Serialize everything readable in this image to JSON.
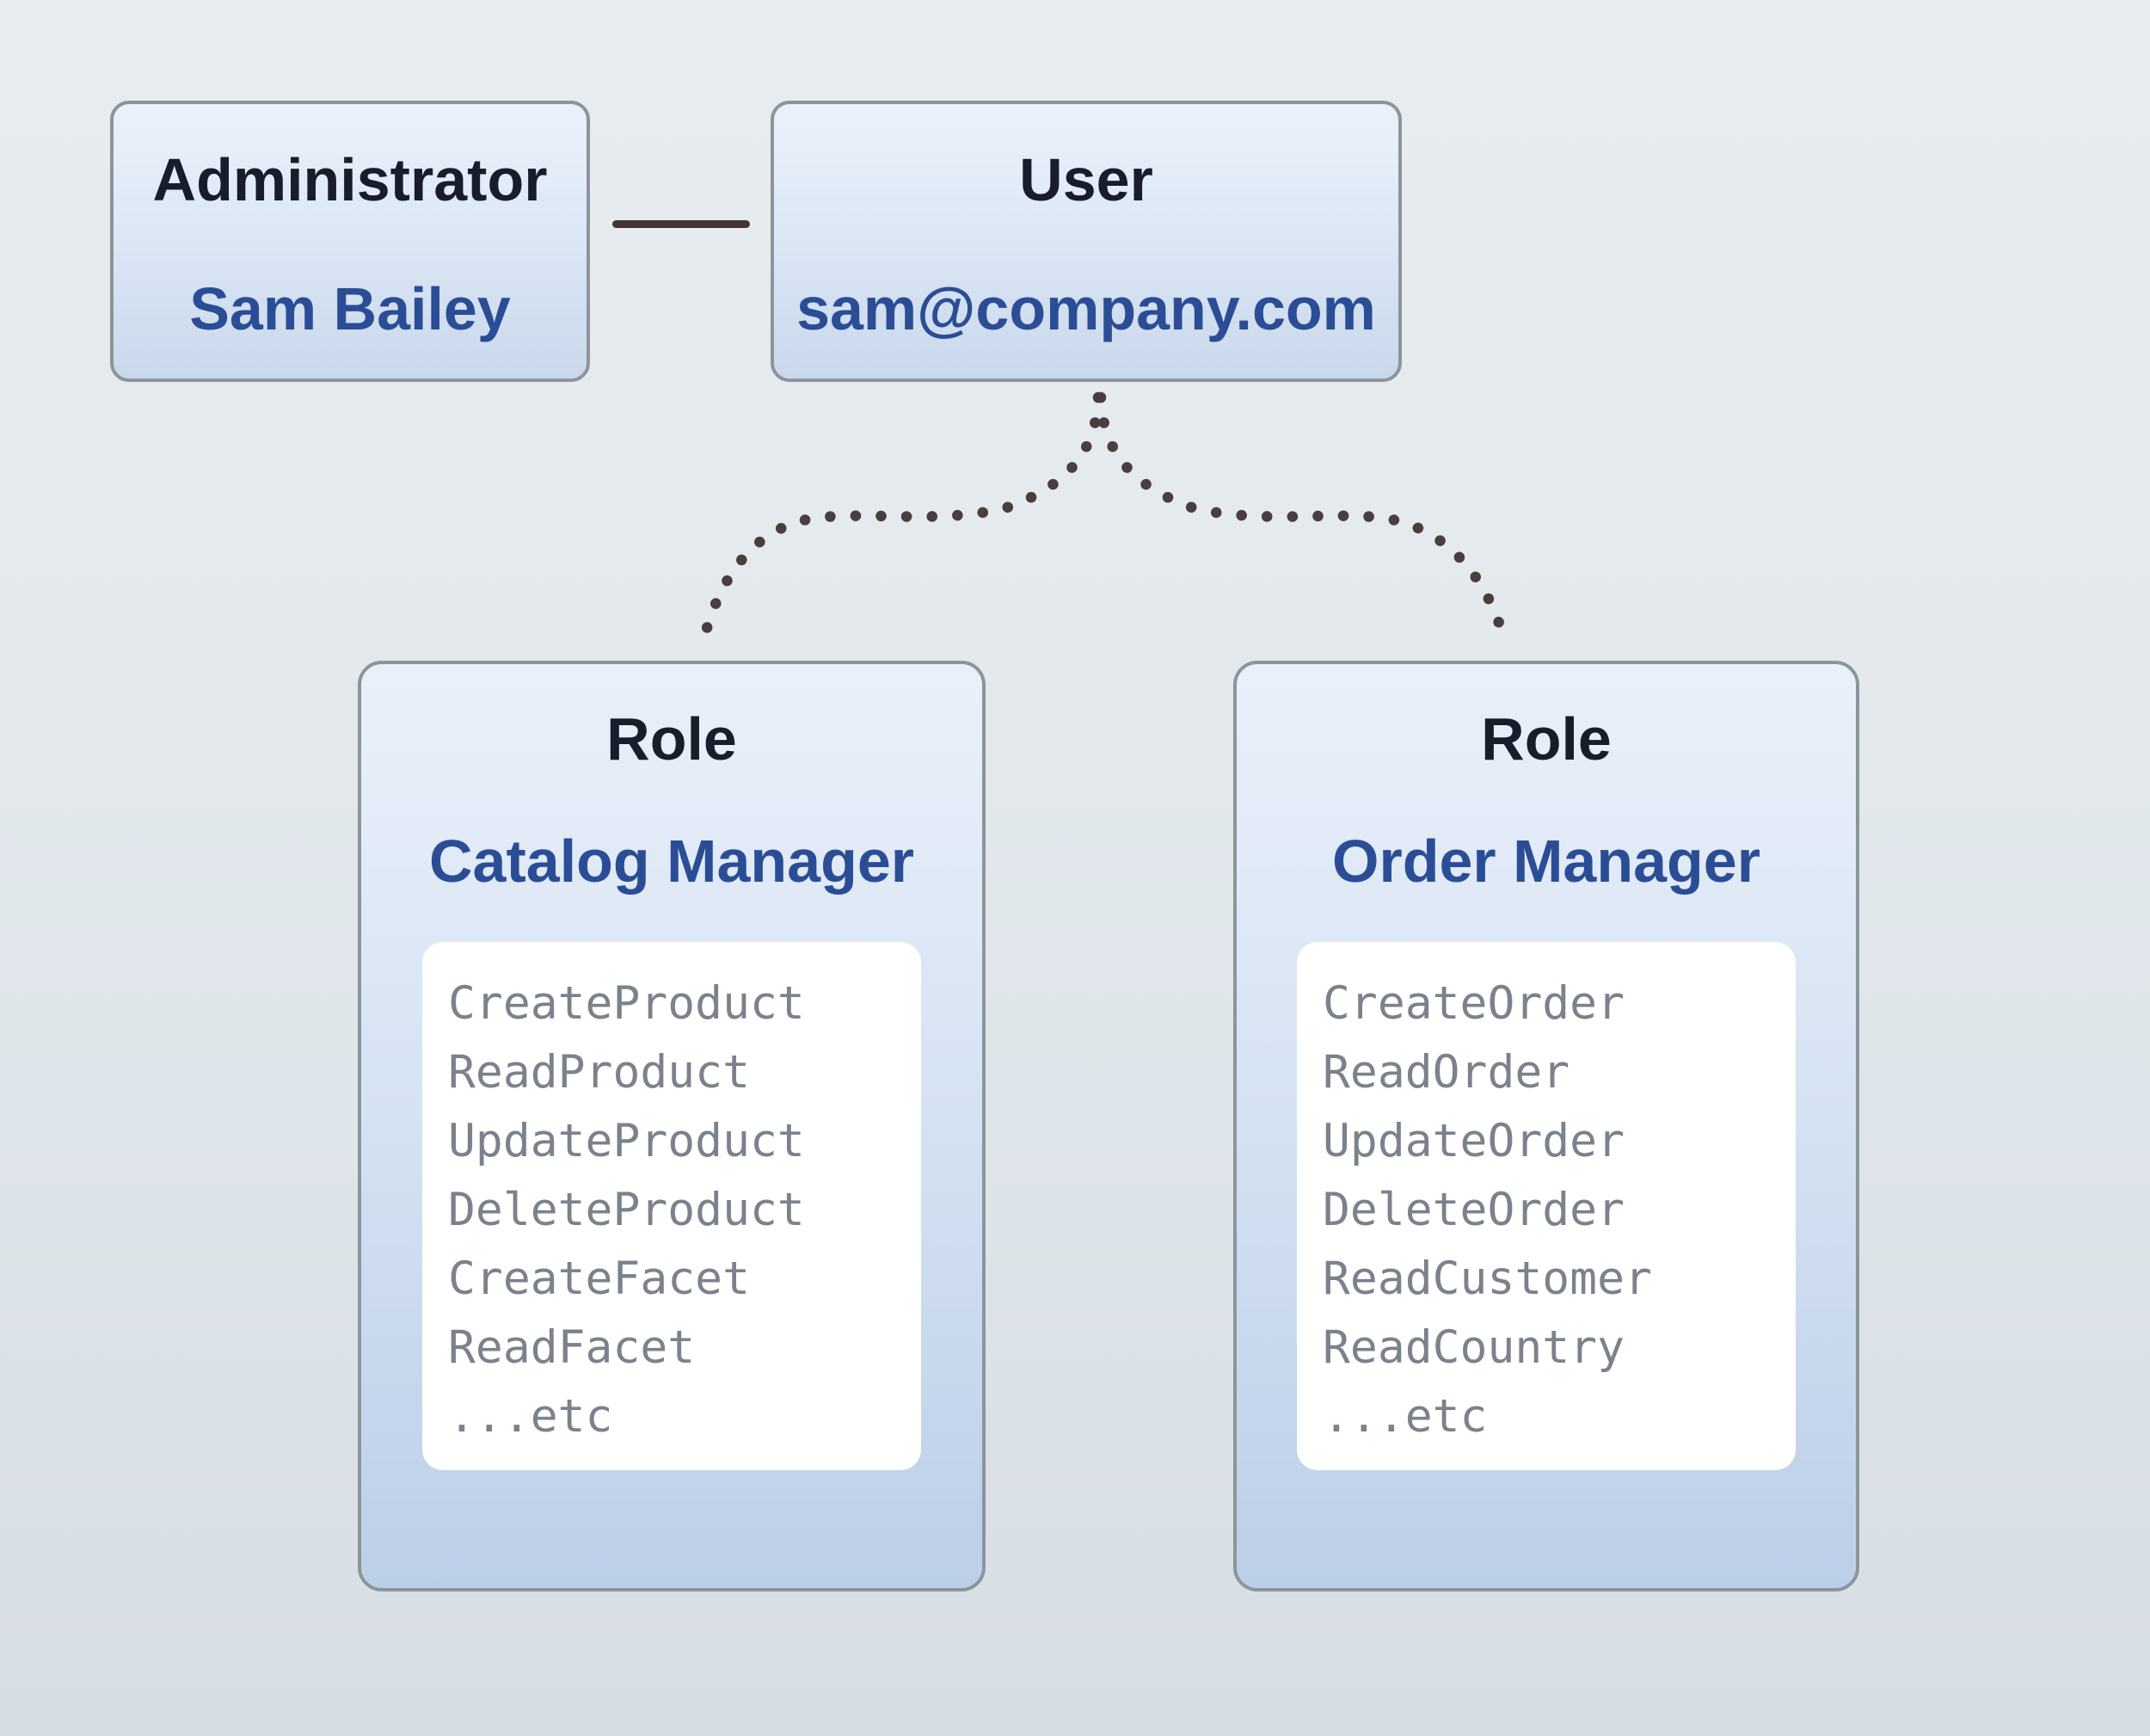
{
  "admin_box": {
    "title": "Administrator",
    "value": "Sam Bailey"
  },
  "user_box": {
    "title": "User",
    "value": "sam@company.com"
  },
  "roles": [
    {
      "title": "Role",
      "name": "Catalog Manager",
      "permissions": [
        "CreateProduct",
        "ReadProduct",
        "UpdateProduct",
        "DeleteProduct",
        "CreateFacet",
        "ReadFacet",
        "...etc"
      ]
    },
    {
      "title": "Role",
      "name": "Order Manager",
      "permissions": [
        "CreateOrder",
        "ReadOrder",
        "UpdateOrder",
        "DeleteOrder",
        "ReadCustomer",
        "ReadCountry",
        "...etc"
      ]
    }
  ],
  "colors": {
    "background_top": "#e7ecf0",
    "background_bottom": "#d6dde3",
    "box_fill_top": "#eaf0fa",
    "box_fill_bottom": "#bccfe8",
    "box_border": "#8b959c",
    "title_text": "#171d2a",
    "accent_blue": "#2b4d96",
    "permission_text": "#7b828b",
    "card_fill": "#ffffff",
    "connector_line": "#443338",
    "dotted_link": "#4a3d40"
  }
}
